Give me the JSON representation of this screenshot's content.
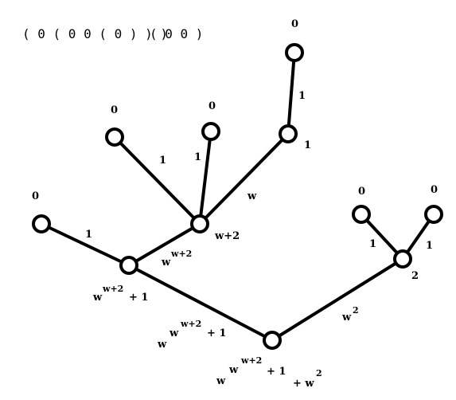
{
  "paren_strings": [
    "( 0 ( 0 0 ( 0 ) ) )",
    "( 0 0 )"
  ],
  "nodes": [
    {
      "id": "root",
      "label": ""
    },
    {
      "id": "a",
      "label": ""
    },
    {
      "id": "b",
      "label": ""
    },
    {
      "id": "leaf0",
      "label": "0"
    },
    {
      "id": "c",
      "label": ""
    },
    {
      "id": "leaf1",
      "label": "0"
    },
    {
      "id": "leaf2",
      "label": "0"
    },
    {
      "id": "d",
      "label": ""
    },
    {
      "id": "leaf3",
      "label": "0"
    },
    {
      "id": "leaf4",
      "label": "0"
    },
    {
      "id": "leaf5",
      "label": "0"
    }
  ],
  "edges": [
    {
      "from": "leaf0",
      "to": "b",
      "label": "1"
    },
    {
      "from": "leaf1",
      "to": "c",
      "label": "1"
    },
    {
      "from": "leaf2",
      "to": "c",
      "label": "1"
    },
    {
      "from": "d",
      "to": "c",
      "label": "w"
    },
    {
      "from": "leaf3",
      "to": "d",
      "label": "1"
    },
    {
      "from": "c",
      "to": "b",
      "label": ""
    },
    {
      "from": "b",
      "to": "root",
      "label": ""
    },
    {
      "from": "a",
      "to": "root",
      "label": ""
    },
    {
      "from": "leaf4",
      "to": "a",
      "label": "1"
    },
    {
      "from": "leaf5",
      "to": "a",
      "label": "1"
    }
  ],
  "node_values": {
    "d": "1",
    "c": "w+2",
    "b_base": "w",
    "b_exp": "w+2",
    "b_after": "+ 1",
    "a": "2",
    "root_base": "w",
    "root_exp1": "w",
    "root_exp2": "w+2",
    "root_exp_after": "+ 1",
    "root_after": "+ w",
    "root_after_exp": "2"
  },
  "edge_values": {
    "c_b_base": "w",
    "c_b_exp": "w+2",
    "b_root_base": "w",
    "b_root_exp1": "w",
    "b_root_exp2": "w+2",
    "b_root_after": "+ 1",
    "a_root_base": "w",
    "a_root_exp": "2"
  }
}
